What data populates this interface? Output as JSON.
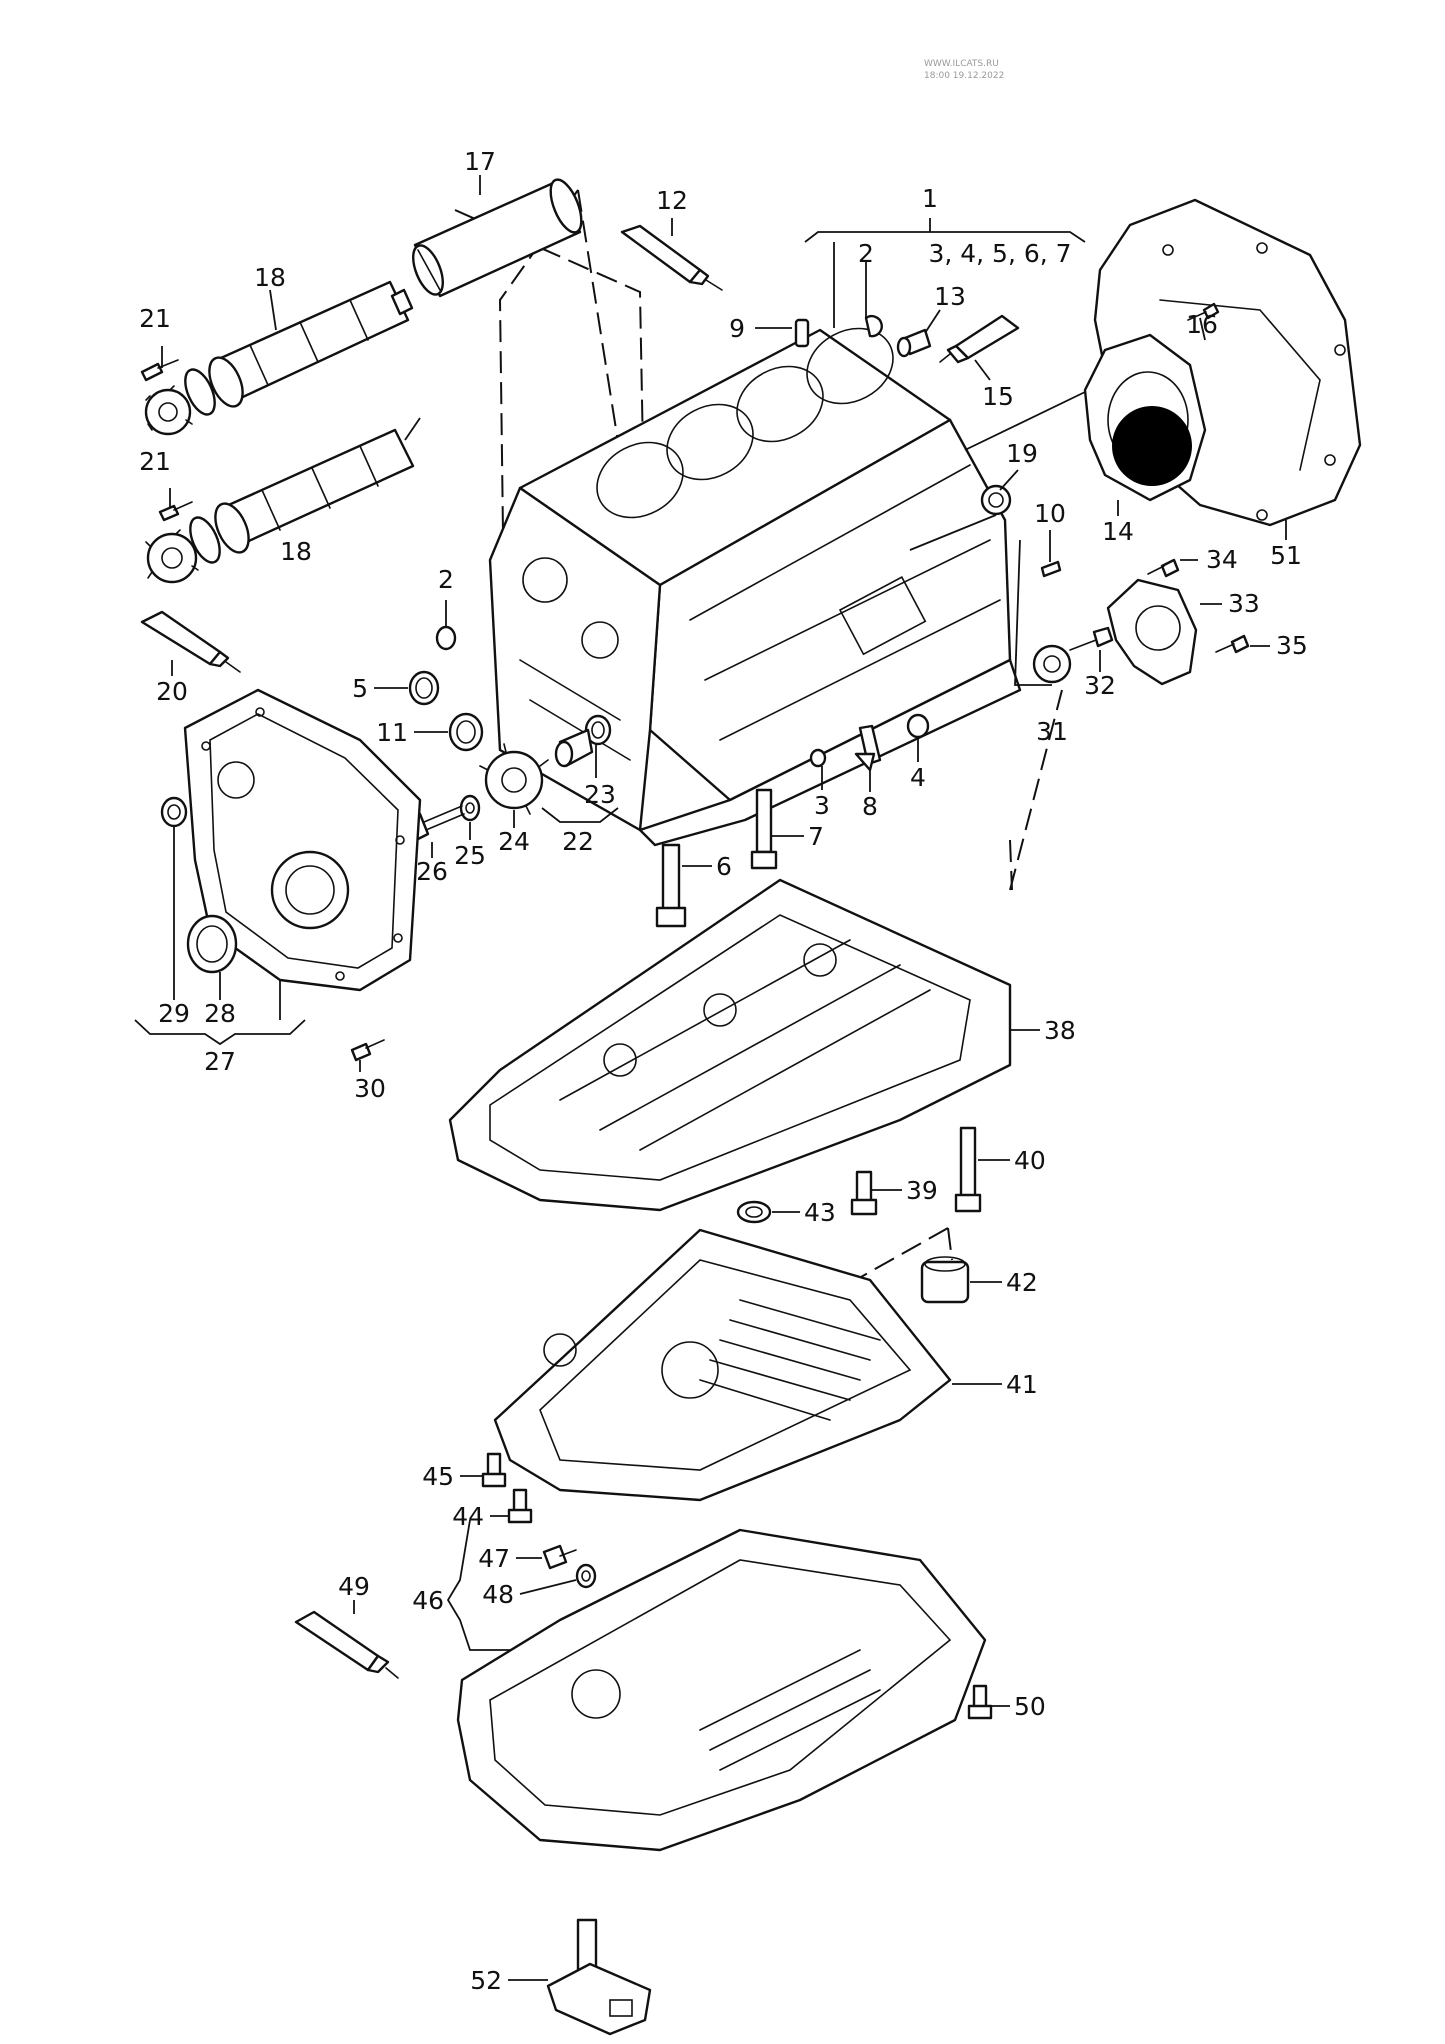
{
  "watermark": {
    "site": "WWW.ILCATS.RU",
    "stamp": "18:00 19.12.2022"
  },
  "labels": {
    "n1": "1",
    "n2": "2",
    "n3": "3",
    "n4": "4",
    "n5": "5",
    "n6": "6",
    "n7": "7",
    "n8": "8",
    "n9": "9",
    "n10": "10",
    "n11": "11",
    "n12": "12",
    "n13": "13",
    "n14": "14",
    "n15": "15",
    "n16": "16",
    "n17": "17",
    "n18": "18",
    "n19": "19",
    "n20": "20",
    "n21": "21",
    "n22": "22",
    "n23": "23",
    "n24": "24",
    "n25": "25",
    "n26": "26",
    "n27": "27",
    "n28": "28",
    "n29": "29",
    "n30": "30",
    "n31": "31",
    "n32": "32",
    "n33": "33",
    "n34": "34",
    "n35": "35",
    "n38": "38",
    "n39": "39",
    "n40": "40",
    "n41": "41",
    "n42": "42",
    "n43": "43",
    "n44": "44",
    "n45": "45",
    "n46": "46",
    "n47": "47",
    "n48": "48",
    "n49": "49",
    "n50": "50",
    "n51": "51",
    "n52": "52",
    "group_1": "3, 4, 5, 6, 7"
  }
}
